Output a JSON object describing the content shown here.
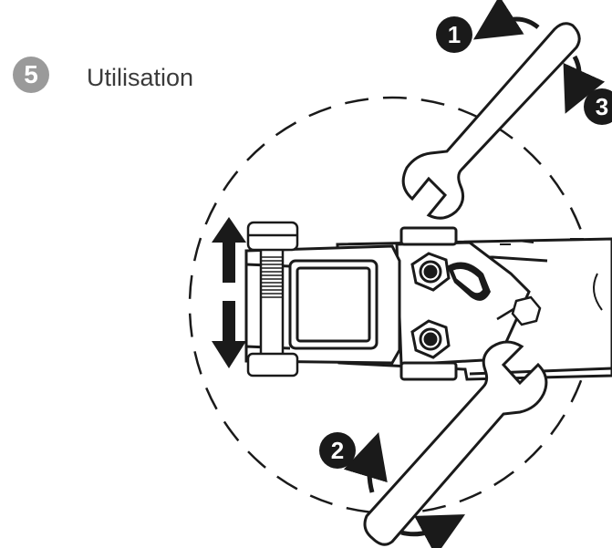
{
  "step": {
    "number": "5",
    "title": "Utilisation"
  },
  "callouts": [
    "1",
    "2",
    "3"
  ],
  "colors": {
    "badge": "#9a9a9a",
    "ink": "#1a1a1a",
    "title": "#3a3a3a"
  }
}
